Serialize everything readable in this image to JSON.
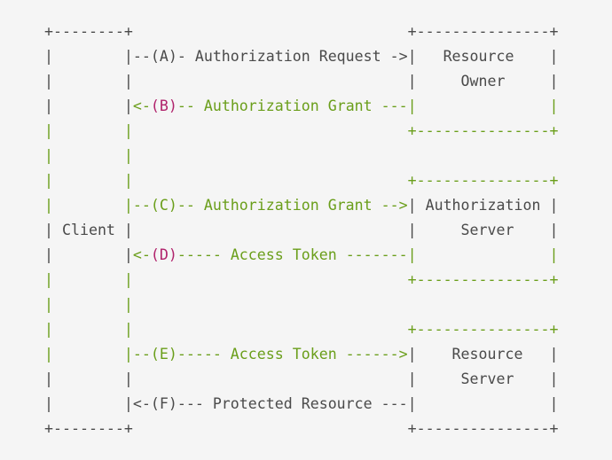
{
  "colors": {
    "background": "#f5f5f5",
    "text": "#4a4a4a",
    "green": "#6a9e1a",
    "magenta": "#b0226b"
  },
  "diagram": {
    "lines": [
      [
        {
          "text": "+--------+                               +---------------+",
          "style": "plain"
        }
      ],
      [
        {
          "text": "|        |--(A)- Authorization Request ->|   Resource    |",
          "style": "plain"
        }
      ],
      [
        {
          "text": "|        |                               |     Owner     |",
          "style": "plain"
        }
      ],
      [
        {
          "text": "|        |",
          "style": "plain"
        },
        {
          "text": "<-",
          "style": "green"
        },
        {
          "text": "(B)",
          "style": "magenta"
        },
        {
          "text": "-- Authorization Grant ---|               |",
          "style": "green"
        }
      ],
      [
        {
          "text": "|        |                               +---------------+",
          "style": "green"
        }
      ],
      [
        {
          "text": "|        |",
          "style": "green"
        }
      ],
      [
        {
          "text": "|        |                               +---------------+",
          "style": "green"
        }
      ],
      [
        {
          "text": "|        |--(C)-- Authorization Grant -->",
          "style": "green"
        },
        {
          "text": "| Authorization |",
          "style": "plain"
        }
      ],
      [
        {
          "text": "| Client |                               |     Server    |",
          "style": "plain"
        }
      ],
      [
        {
          "text": "|        |",
          "style": "plain"
        },
        {
          "text": "<-",
          "style": "green"
        },
        {
          "text": "(D)",
          "style": "magenta"
        },
        {
          "text": "----- Access Token -------|               |",
          "style": "green"
        }
      ],
      [
        {
          "text": "|        |                               +---------------+",
          "style": "green"
        }
      ],
      [
        {
          "text": "|        |",
          "style": "green"
        }
      ],
      [
        {
          "text": "|        |                               +---------------+",
          "style": "green"
        }
      ],
      [
        {
          "text": "|        |--(E)----- Access Token ------>",
          "style": "green"
        },
        {
          "text": "|    Resource   |",
          "style": "plain"
        }
      ],
      [
        {
          "text": "|        |                               |     Server    |",
          "style": "plain"
        }
      ],
      [
        {
          "text": "|        |<-(F)--- Protected Resource ---|               |",
          "style": "plain"
        }
      ],
      [
        {
          "text": "+--------+                               +---------------+",
          "style": "plain"
        }
      ]
    ]
  }
}
